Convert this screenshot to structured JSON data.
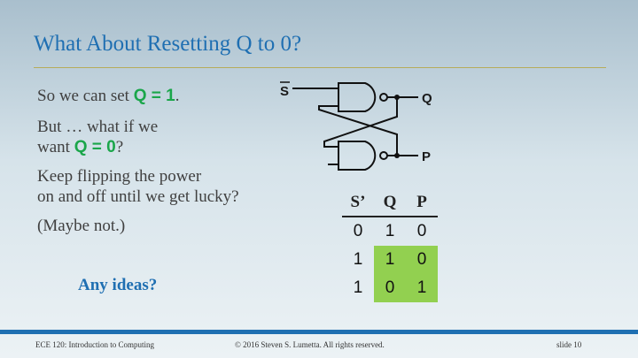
{
  "slide": {
    "title": "What About Resetting Q to 0?",
    "line1_pre": "So we can set ",
    "line1_hl": "Q = 1",
    "line1_post": ".",
    "line2": "But … what if we",
    "line3_pre": "want ",
    "line3_hl": "Q = 0",
    "line3_post": "?",
    "line4": "Keep flipping the power",
    "line5": "on and off until we get lucky?",
    "line6": "(Maybe not.)",
    "ideas": "Any ideas?"
  },
  "circuit": {
    "input_label": "S",
    "output_q": "Q",
    "output_p": "P"
  },
  "truth_table": {
    "headers": [
      "S’",
      "Q",
      "P"
    ],
    "rows": [
      [
        "0",
        "1",
        "0"
      ],
      [
        "1",
        "1",
        "0"
      ],
      [
        "1",
        "0",
        "1"
      ]
    ],
    "highlight_color": "#92d050"
  },
  "footer": {
    "course": "ECE 120: Introduction to Computing",
    "copyright": "© 2016 Steven S. Lumetta.  All rights reserved.",
    "slide_number": "slide 10"
  }
}
